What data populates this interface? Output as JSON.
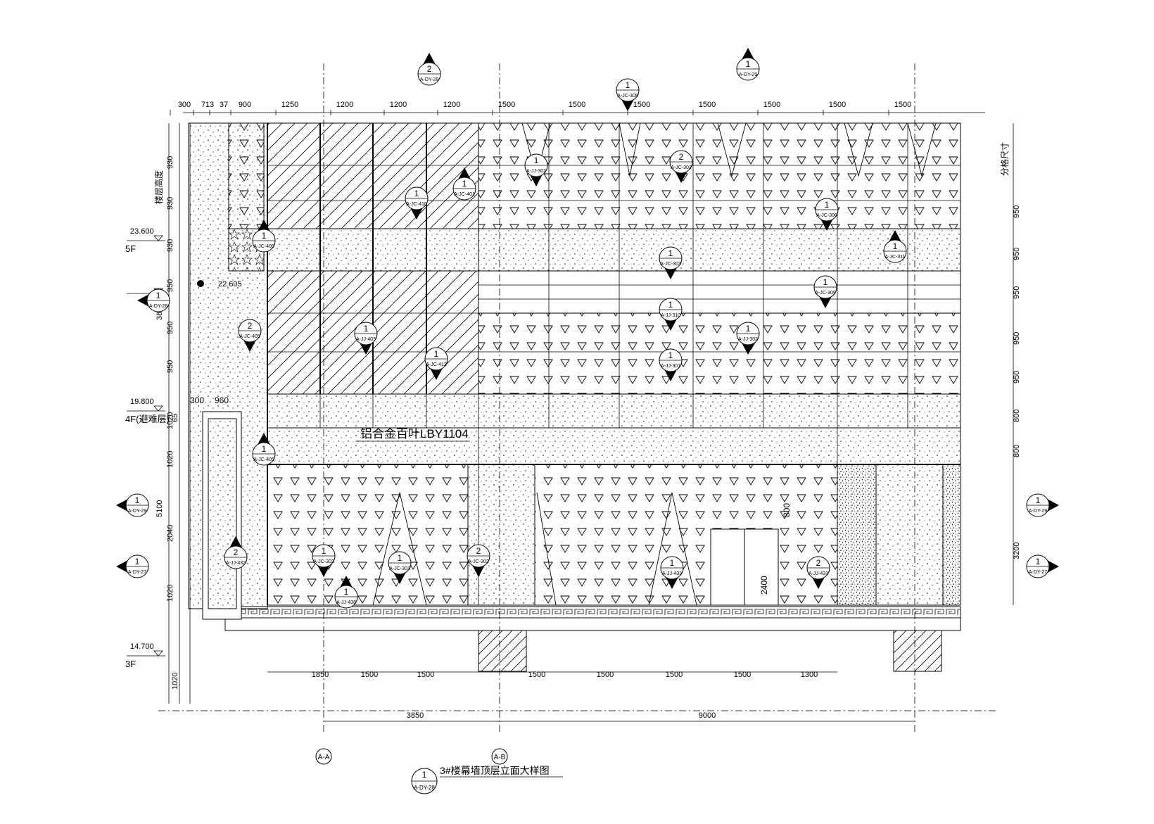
{
  "title": "3#楼幕墙顶层立面大样图",
  "title_ref": {
    "num": "1",
    "sheet": "A-DY-28"
  },
  "top_dims": [
    "300",
    "713",
    "37",
    "900",
    "1250",
    "1200",
    "1200",
    "1200",
    "1500",
    "1500",
    "1500",
    "1500",
    "1500",
    "1500",
    "1500"
  ],
  "left_dims_upper": [
    "930",
    "930",
    "930",
    "950",
    "950",
    "950"
  ],
  "left_total_upper": "3800",
  "left_dims_lower": [
    "1020",
    "1020",
    "2040",
    "1020"
  ],
  "left_total_lower": "5100",
  "extra_left_dims": {
    "d65": "65",
    "d1020b": "1020"
  },
  "right_dims": [
    "950",
    "950",
    "950",
    "950",
    "950",
    "800",
    "800"
  ],
  "right_label_top": "分格尺寸",
  "right_label_low": "3200",
  "top_small_dims": {
    "d300b": "300",
    "d960": "960"
  },
  "bottom_dims": [
    "1850",
    "1500",
    "1500",
    "1500",
    "1500",
    "1500",
    "1500",
    "1300"
  ],
  "bottom_total": [
    "3850",
    "9000"
  ],
  "grid_axes": [
    "A-A",
    "A-B"
  ],
  "levels": [
    {
      "name": "5F",
      "elev": "23.600"
    },
    {
      "name": "",
      "elev": "22.605"
    },
    {
      "name": "4F(避难层)",
      "elev": "19.800"
    },
    {
      "name": "3F",
      "elev": "14.700"
    }
  ],
  "top_label_vertical": "楼层高度",
  "louver_label": "铝合金百叶LBY1104",
  "door_dims": {
    "d800": "800",
    "d2400": "2400"
  },
  "section_marks_top": [
    {
      "num": "2",
      "sheet": "A-DY-28"
    },
    {
      "num": "1",
      "sheet": "A-DY-29"
    },
    {
      "num": "1",
      "sheet": "A-JC-308"
    }
  ],
  "section_marks_side": [
    {
      "num": "1",
      "sheet": "A-DY-28"
    },
    {
      "num": "1",
      "sheet": "A-DY-29"
    },
    {
      "num": "1",
      "sheet": "A-DY-27"
    },
    {
      "num": "1",
      "sheet": "A-DY-29"
    },
    {
      "num": "1",
      "sheet": "A-DY-27"
    }
  ],
  "detail_marks": [
    {
      "num": "1",
      "sheet": "A-JJ-302"
    },
    {
      "num": "2",
      "sheet": "A-JC-302"
    },
    {
      "num": "1",
      "sheet": "A-JC-410"
    },
    {
      "num": "1",
      "sheet": "A-JC-401"
    },
    {
      "num": "1",
      "sheet": "A-JC-306"
    },
    {
      "num": "1",
      "sheet": "A-JC-405"
    },
    {
      "num": "1",
      "sheet": "A-JC-303"
    },
    {
      "num": "1",
      "sheet": "A-JC-311"
    },
    {
      "num": "1",
      "sheet": "A-JC-309"
    },
    {
      "num": "1",
      "sheet": "A-JJ-310"
    },
    {
      "num": "2",
      "sheet": "A-JC-405"
    },
    {
      "num": "1",
      "sheet": "A-JJ-403"
    },
    {
      "num": "1",
      "sheet": "A-JJ-302"
    },
    {
      "num": "1",
      "sheet": "A-JJ-301"
    },
    {
      "num": "1",
      "sheet": "A-JC-412"
    },
    {
      "num": "1",
      "sheet": "A-JC-405"
    },
    {
      "num": "2",
      "sheet": "A-JJ-432"
    },
    {
      "num": "1",
      "sheet": "A-JC-302"
    },
    {
      "num": "1",
      "sheet": "A-JC-303"
    },
    {
      "num": "2",
      "sheet": "A-JC-302"
    },
    {
      "num": "1",
      "sheet": "A-JJ-433"
    },
    {
      "num": "2",
      "sheet": "A-JJ-433"
    },
    {
      "num": "1",
      "sheet": "A-JJ-438"
    }
  ]
}
